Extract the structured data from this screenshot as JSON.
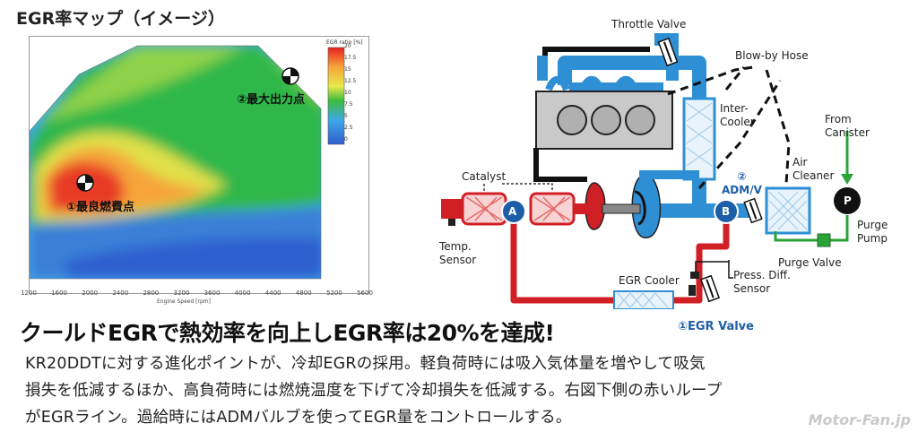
{
  "map": {
    "title": "EGR率マップ（イメージ）",
    "colorbar_title": "EGR ratio [%]",
    "colorbar_ticks": [
      "20",
      "17.5",
      "15",
      "12.5",
      "10",
      "7.5",
      "5",
      "2.5",
      "0"
    ],
    "x_ticks": [
      "1200",
      "1600",
      "2000",
      "2400",
      "2800",
      "3200",
      "3600",
      "4000",
      "4400",
      "4800",
      "5200",
      "5600"
    ],
    "x_axis_label": "Engine Speed [rpm]",
    "point_best_efficiency": "①最良燃費点",
    "point_max_output": "②最大出力点"
  },
  "diagram": {
    "throttle_valve": "Throttle Valve",
    "blowby_hose": "Blow-by Hose",
    "intercooler_1": "Inter-",
    "intercooler_2": "Cooler",
    "from_canister_1": "From",
    "from_canister_2": "Canister",
    "catalyst": "Catalyst",
    "adm_num": "②",
    "adm_label": "ADM/V",
    "air_cleaner_1": "Air",
    "air_cleaner_2": "Cleaner",
    "node_a": "A",
    "node_b": "B",
    "node_p": "P",
    "temp_sensor_1": "Temp.",
    "temp_sensor_2": "Sensor",
    "purge_pump_1": "Purge",
    "purge_pump_2": "Pump",
    "purge_valve": "Purge Valve",
    "egr_cooler": "EGR Cooler",
    "press_diff_1": "Press. Diff.",
    "press_diff_2": "Sensor",
    "egr_valve": "①EGR Valve"
  },
  "text": {
    "headline": "クールドEGRで熱効率を向上しEGR率は20%を達成!",
    "body_1": "KR20DDTに対する進化ポイントが、冷却EGRの採用。軽負荷時には吸入気体量を増やして吸気",
    "body_2": "損失を低減するほか、高負荷時には燃焼温度を下げて冷却損失を低減する。右図下側の赤いループ",
    "body_3": "がEGRライン。過給時にはADMバルブを使ってEGR量をコントロールする。",
    "watermark": "Motor-Fan.jp"
  },
  "colors": {
    "blue_pipe": "#2f8fd4",
    "red_pipe": "#d11f26",
    "green_line": "#2aa43a",
    "accent_blue": "#1c5ea8"
  }
}
